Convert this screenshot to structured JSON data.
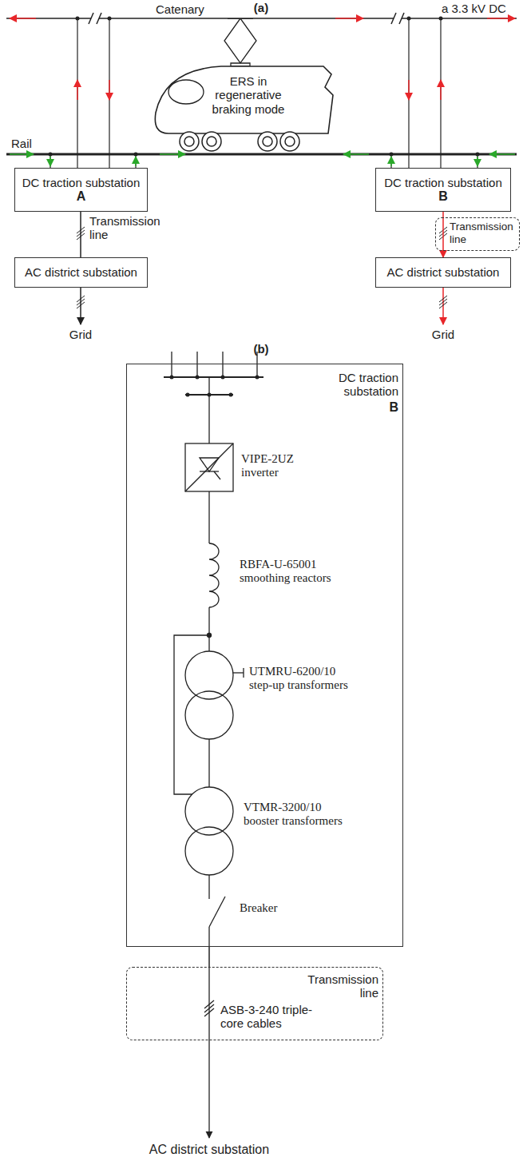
{
  "diagram": {
    "nodes": [
      {
        "text": [
          "ERS in regenerative braking mode"
        ]
      },
      {
        "text": [
          "DC traction substation",
          "A"
        ]
      },
      {
        "text": [
          "AC district substation"
        ]
      },
      {
        "text": [
          "DC traction substation",
          "B"
        ]
      },
      {
        "text": [
          "Transmission line"
        ]
      },
      {
        "text": [
          "AC district substation"
        ]
      },
      {
        "text": [
          "DC traction substation",
          "B"
        ]
      },
      {
        "text": [
          "Transmission line",
          "ASB-3-240 triple-core cables"
        ]
      }
    ],
    "edges": [
      {
        "from": 1,
        "to": 2,
        "arrow": "none",
        "label": "Transmission line"
      },
      {
        "from": 3,
        "to": 5,
        "arrow": "to"
      },
      {
        "from": 6,
        "to": 7,
        "arrow": "none"
      }
    ],
    "labels": [
      "(a)",
      "Catenary",
      "a 3.3 kV DC",
      "Rail",
      "Grid",
      "Grid",
      "(b)",
      "VIPE-2UZ inverter",
      "RBFA-U-65001 smoothing reactors",
      "UTMRU-6200/10 step-up transformers",
      "VTMR-3200/10 booster transformers",
      "Breaker",
      "AC district substation"
    ]
  }
}
